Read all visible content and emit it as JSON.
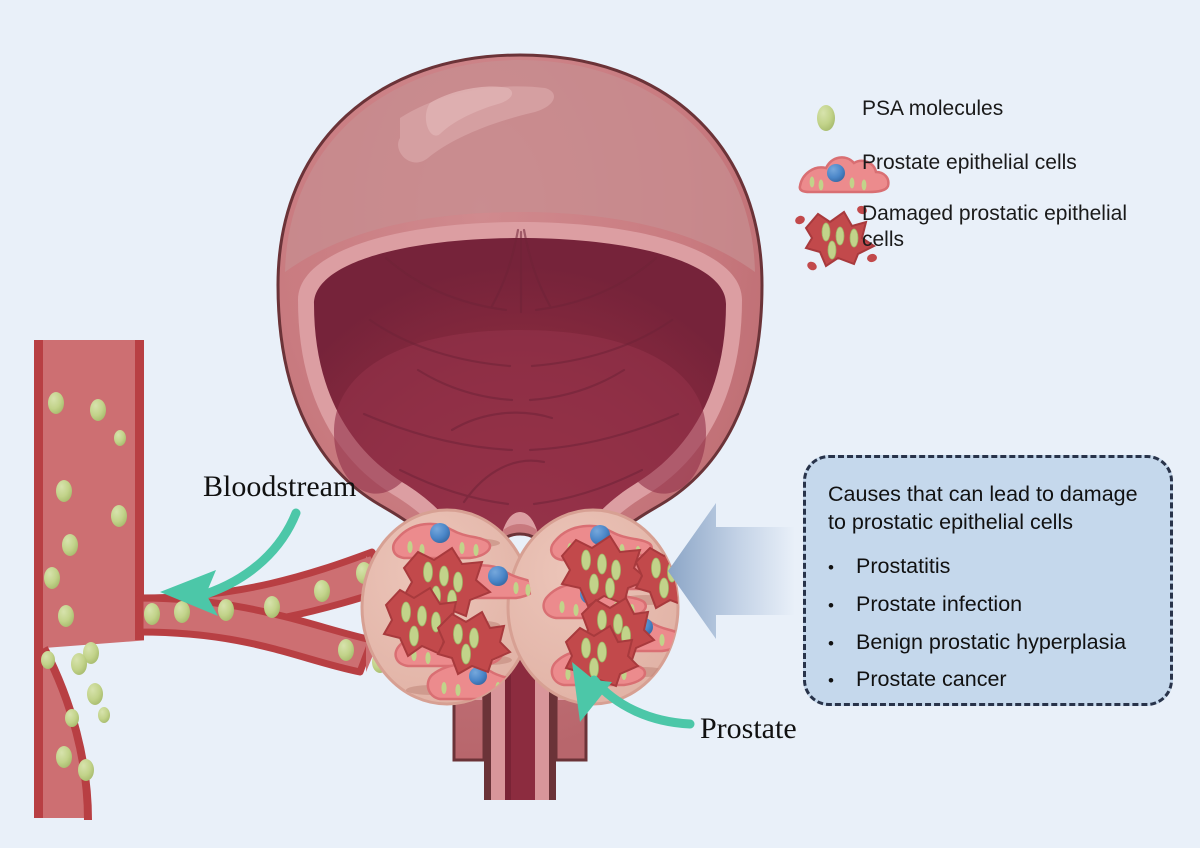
{
  "background_color": "#e9f0f9",
  "legend": {
    "items": [
      {
        "icon": "psa-molecule-icon",
        "label": "PSA molecules"
      },
      {
        "icon": "prostate-epithelial-cell-icon",
        "label": "Prostate epithelial cells"
      },
      {
        "icon": "damaged-prostatic-epithelial-cell-icon",
        "label": "Damaged prostatic epithelial cells"
      }
    ]
  },
  "infobox": {
    "title": "Causes that can lead to damage to prostatic epithelial cells",
    "bullet_glyph": "•",
    "items": [
      "Prostatitis",
      "Prostate infection",
      "Benign prostatic hyperplasia",
      "Prostate cancer"
    ],
    "fill_color": "#c5d8ec",
    "border_color": "#28334a"
  },
  "annotations": {
    "bloodstream": "Bloodstream",
    "prostate": "Prostate"
  },
  "colors": {
    "psa_green": "#c2d38a",
    "psa_green_dark": "#9fb566",
    "vessel_fill": "#cd6f72",
    "vessel_border": "#b83f43",
    "bladder_wall": "#ca787c",
    "bladder_wall_dark": "#b3656a",
    "bladder_outline": "#6b3338",
    "bladder_submucosa": "#d9969a",
    "bladder_lumen": "#7e2639",
    "bladder_lumen_light": "#983347",
    "prostate_tissue": "#e8bcb0",
    "prostate_border": "#d7a093",
    "epithelial_pink": "#ec8b8d",
    "epithelial_border": "#d96f73",
    "nucleus_blue": "#4a86c8",
    "damaged_red": "#c2494b",
    "arrow_teal": "#4cc7a8",
    "arrow_gray_blue": "#8ba5c6"
  },
  "diagram": {
    "type": "medical-illustration",
    "subject": "PSA release from prostate epithelial cells into the bloodstream",
    "structures": [
      "urinary bladder",
      "urethra",
      "prostate gland lobes",
      "blood vessel"
    ]
  }
}
